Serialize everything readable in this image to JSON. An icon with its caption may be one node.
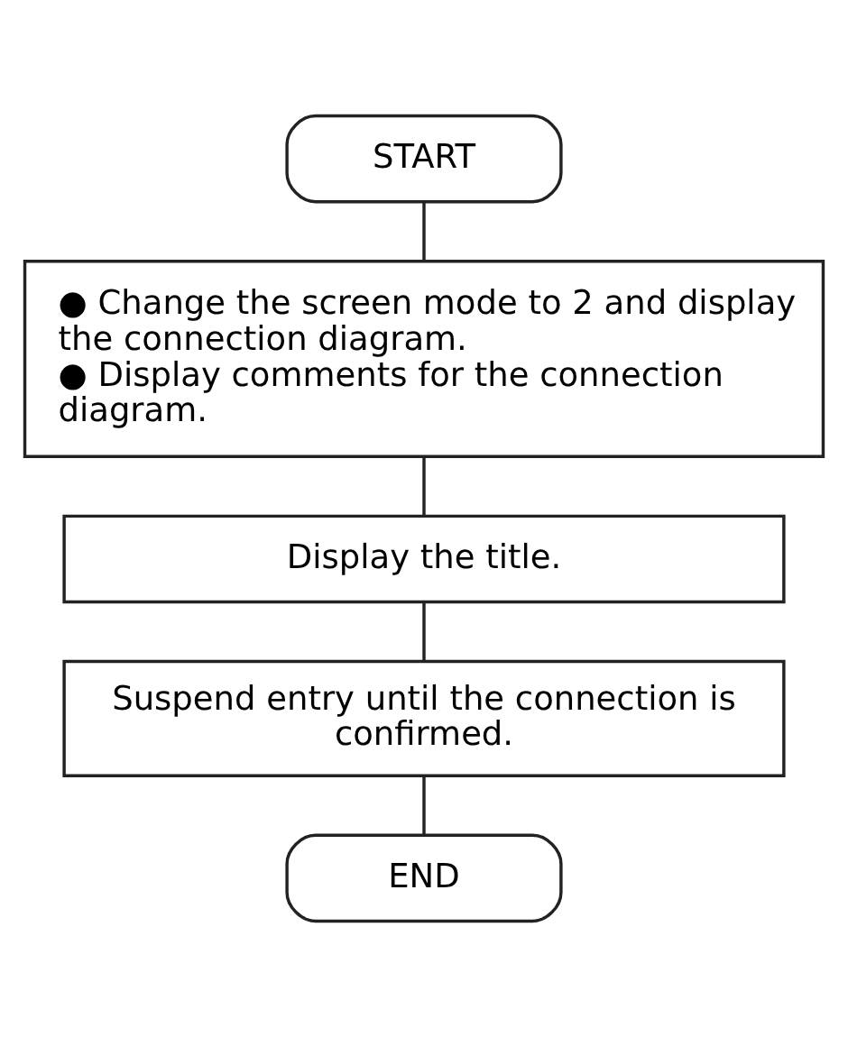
{
  "diagram": {
    "nodes": [
      {
        "text": [
          "START"
        ]
      },
      {
        "text": [
          "● Change the screen mode to 2 and display the connection diagram.",
          "● Display comments for the connection diagram."
        ]
      },
      {
        "text": [
          "Display the title."
        ]
      },
      {
        "text": [
          "Suspend entry until the connection is confirmed."
        ]
      },
      {
        "text": [
          "END"
        ]
      }
    ],
    "edges": [
      {
        "from": 0,
        "to": 1,
        "arrow": "none"
      },
      {
        "from": 1,
        "to": 2,
        "arrow": "none"
      },
      {
        "from": 2,
        "to": 3,
        "arrow": "none"
      },
      {
        "from": 3,
        "to": 4,
        "arrow": "none"
      }
    ]
  }
}
